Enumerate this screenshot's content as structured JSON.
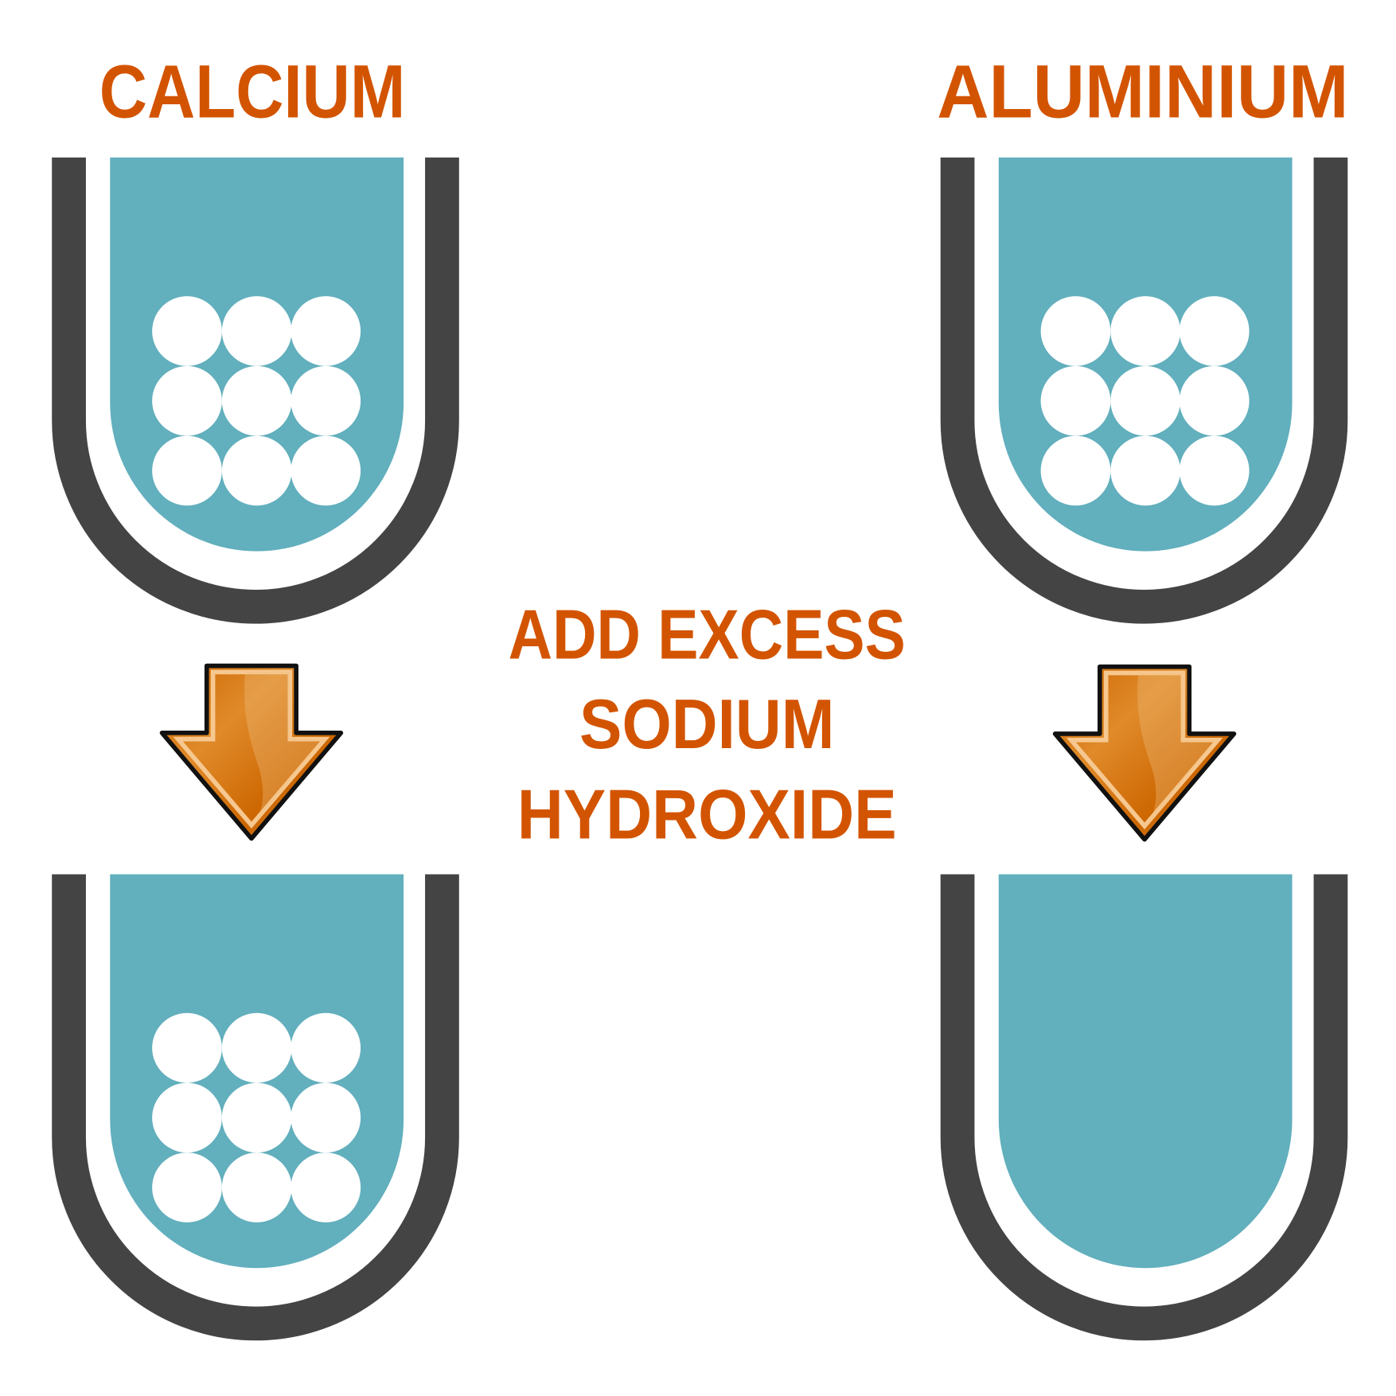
{
  "labels": {
    "left_title": "CALCIUM",
    "right_title": "ALUMINIUM",
    "instruction_lines": [
      "ADD EXCESS",
      "SODIUM",
      "HYDROXIDE"
    ]
  },
  "colors": {
    "text": "#d35400",
    "tube_wall": "#444444",
    "liquid": "#62afbd",
    "precipitate": "#ffffff",
    "arrow_light": "#e8a050",
    "arrow_dark": "#cc6600"
  },
  "tubes": [
    {
      "metal": "CALCIUM",
      "stage": "before",
      "precipitate": true
    },
    {
      "metal": "ALUMINIUM",
      "stage": "before",
      "precipitate": true
    },
    {
      "metal": "CALCIUM",
      "stage": "after",
      "precipitate": true
    },
    {
      "metal": "ALUMINIUM",
      "stage": "after",
      "precipitate": false
    }
  ]
}
